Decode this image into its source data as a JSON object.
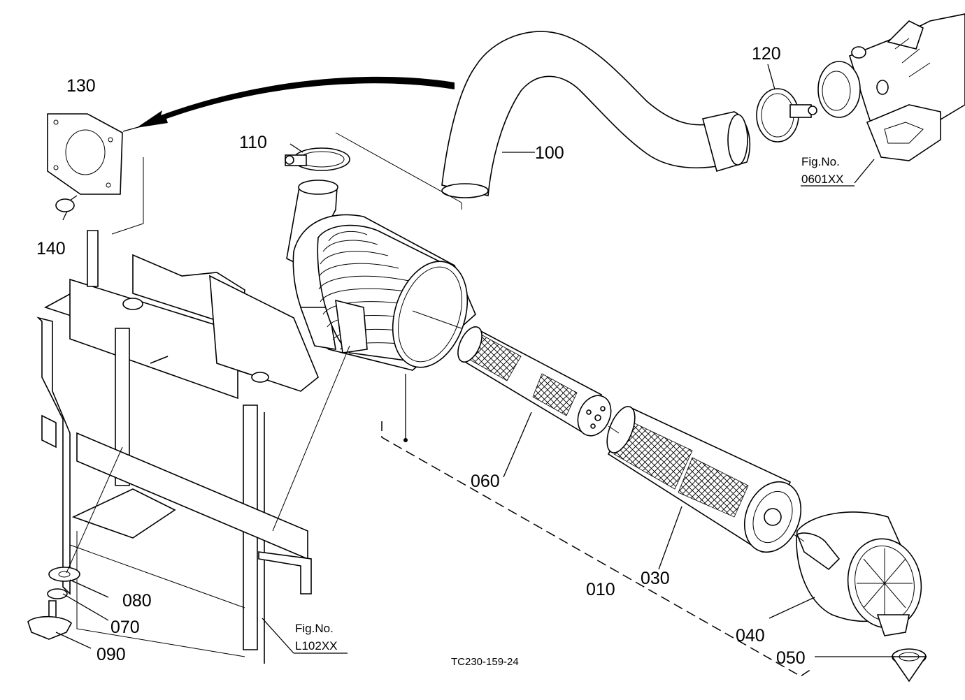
{
  "parts": {
    "p010": "010",
    "p030": "030",
    "p040": "040",
    "p050": "050",
    "p060": "060",
    "p070": "070",
    "p080": "080",
    "p090": "090",
    "p100": "100",
    "p110": "110",
    "p120": "120",
    "p130": "130",
    "p140": "140"
  },
  "figrefs": {
    "engine": {
      "line1": "Fig.No.",
      "line2": "0601XX"
    },
    "frame": {
      "line1": "Fig.No.",
      "line2": "L102XX"
    }
  },
  "drawing_code": "TC230-159-24"
}
